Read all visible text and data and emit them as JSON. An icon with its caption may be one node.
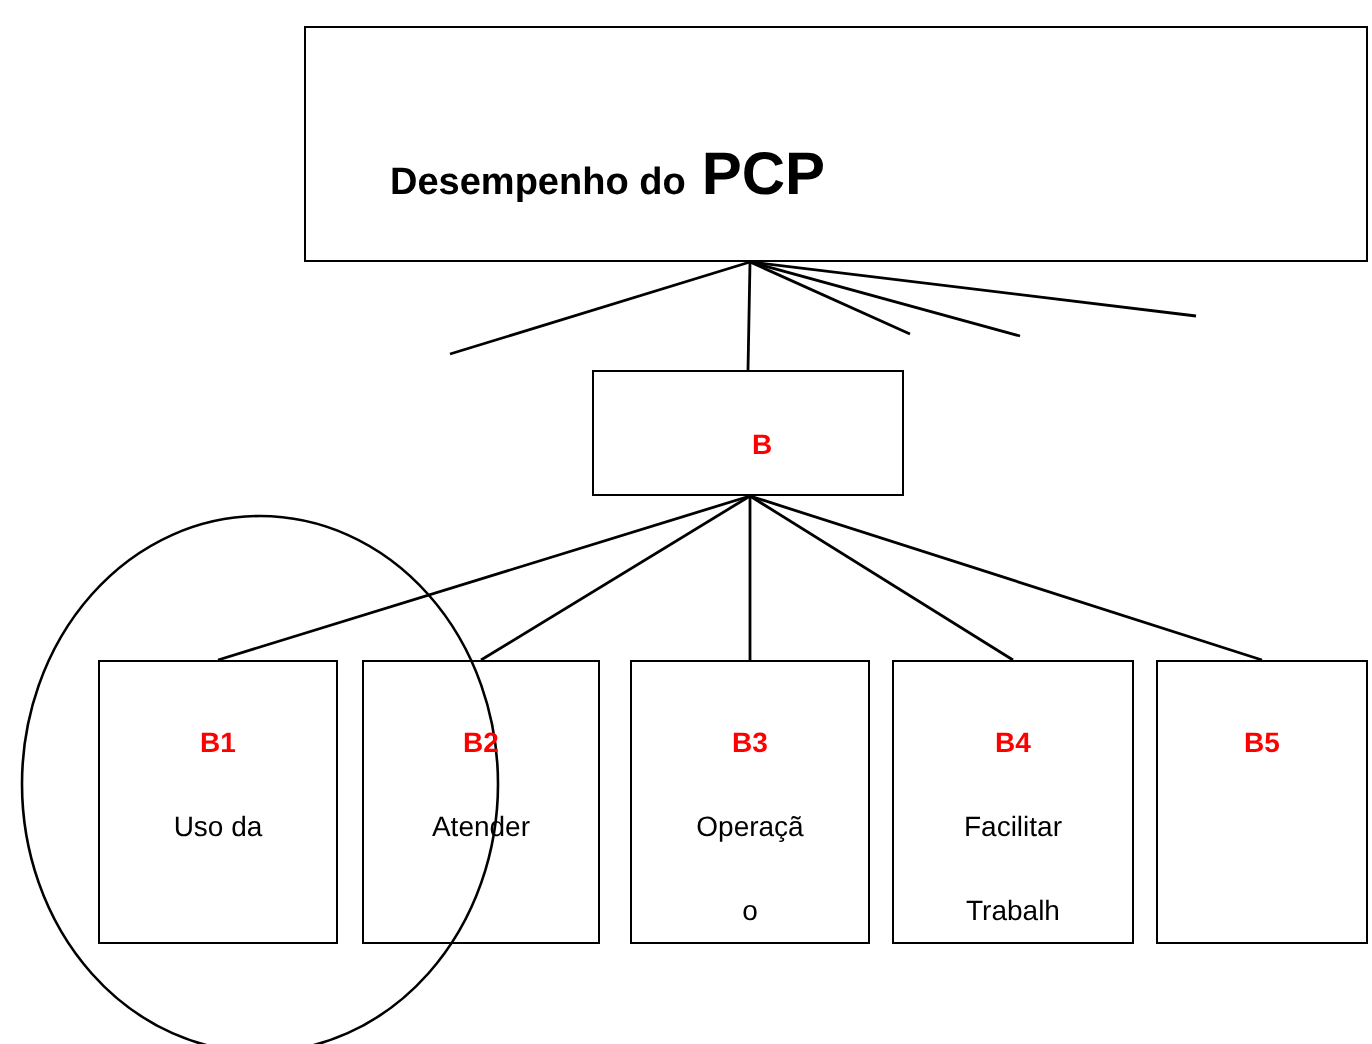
{
  "diagram": {
    "nodes": [
      {
        "text": [
          "Desempenho do",
          "PCP"
        ]
      },
      {
        "text": [
          "B"
        ]
      },
      {
        "text": [
          "B1",
          "Uso da"
        ]
      },
      {
        "text": [
          "B2",
          "Atender"
        ]
      },
      {
        "text": [
          "B3",
          "Operaçã o"
        ]
      },
      {
        "text": [
          "B4",
          "Facilitar Trabalh"
        ]
      },
      {
        "text": [
          "B5"
        ]
      }
    ],
    "edges": [
      {
        "from": 0,
        "to": null,
        "arrow": "none"
      },
      {
        "from": 0,
        "to": 1,
        "arrow": "none"
      },
      {
        "from": 0,
        "to": null,
        "arrow": "none"
      },
      {
        "from": 0,
        "to": null,
        "arrow": "none"
      },
      {
        "from": 0,
        "to": null,
        "arrow": "none"
      },
      {
        "from": 1,
        "to": 2,
        "arrow": "none"
      },
      {
        "from": 1,
        "to": 3,
        "arrow": "none"
      },
      {
        "from": 1,
        "to": 4,
        "arrow": "none"
      },
      {
        "from": 1,
        "to": 5,
        "arrow": "none"
      },
      {
        "from": 1,
        "to": 6,
        "arrow": "none"
      }
    ]
  }
}
